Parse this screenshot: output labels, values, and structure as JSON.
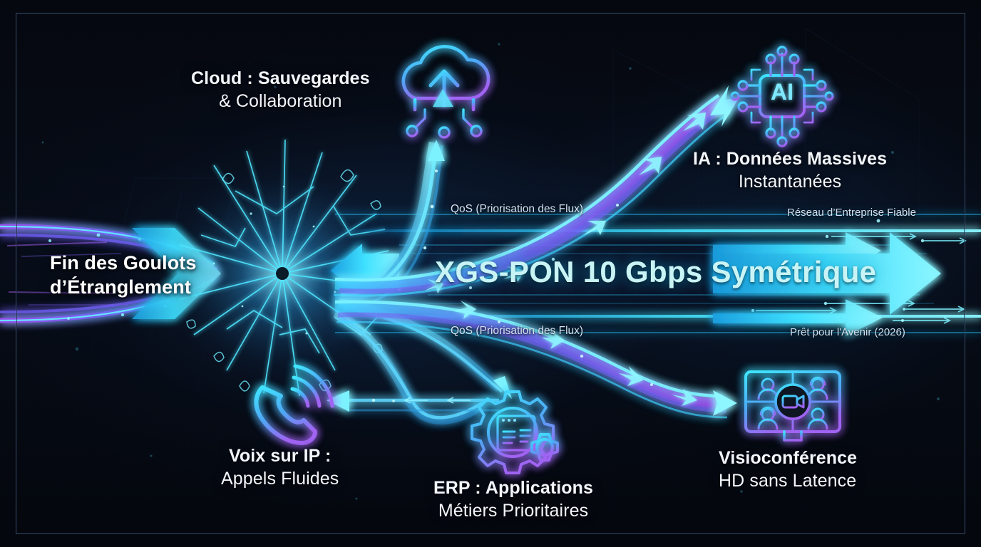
{
  "diagram": {
    "title_main": "XGS-PON 10 Gbps Symétrique",
    "source": {
      "label_line1": "Fin des Goulots",
      "label_line2": "d’Étranglement",
      "name": "bottleneck-breakthrough"
    },
    "qos_labels": [
      {
        "text": "QoS (Priorisation des Flux)",
        "position": "upper"
      },
      {
        "text": "QoS (Priorisation des Flux)",
        "position": "lower"
      }
    ],
    "side_tags": [
      {
        "text": "Réseau d’Entreprise Fiable",
        "position": "top-right"
      },
      {
        "text": "Prêt pour l'Avenir (2026)",
        "position": "bottom-right"
      }
    ],
    "nodes": [
      {
        "id": "cloud",
        "icon": "cloud-upload-icon",
        "label_line1": "Cloud : Sauvegardes",
        "label_line2": "& Collaboration"
      },
      {
        "id": "ai",
        "icon": "ai-chip-icon",
        "icon_text": "AI",
        "label_line1": "IA : Données Massives",
        "label_line2": "Instantanées"
      },
      {
        "id": "voip",
        "icon": "phone-signal-icon",
        "label_line1": "Voix sur IP :",
        "label_line2": "Appels Fluides"
      },
      {
        "id": "erp",
        "icon": "gears-document-icon",
        "label_line1": "ERP : Applications",
        "label_line2": "Métiers Prioritaires"
      },
      {
        "id": "video",
        "icon": "video-conference-icon",
        "label_line1": "Visioconférence",
        "label_line2": "HD sans Latence"
      }
    ],
    "colors": {
      "background": "#05080f",
      "frame_border": "#7698c4",
      "cyan": "#35e3ff",
      "cyan_bright": "#7df4ff",
      "title_text": "#c9f4f6",
      "purple": "#8a5cf0",
      "violet": "#b06ef5",
      "label_text": "#f2f6fb",
      "small_text": "#d2e3f3"
    }
  }
}
